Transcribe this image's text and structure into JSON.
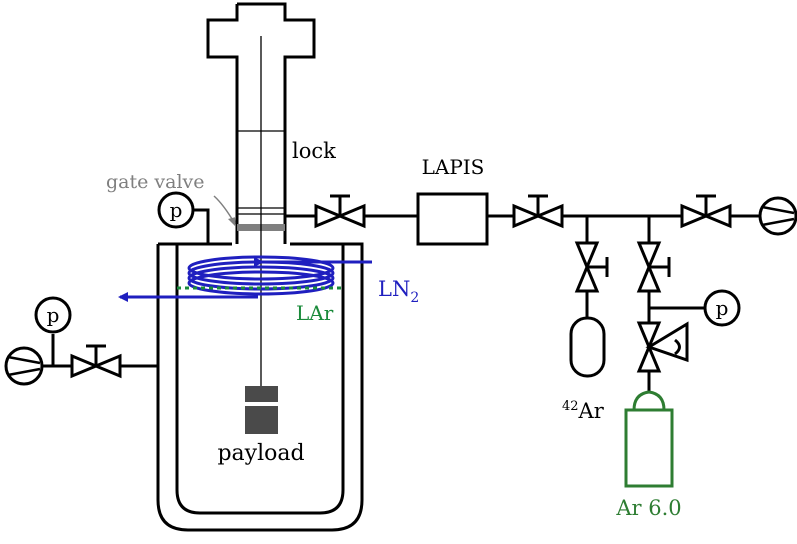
{
  "labels": {
    "lock": "lock",
    "gate_valve": "gate valve",
    "lapis": "LAPIS",
    "ln2_base": "LN",
    "ln2_sub": "2",
    "lar": "LAr",
    "payload": "payload",
    "ar42_sup": "42",
    "ar42_base": "Ar",
    "ar_cylinder": "Ar 6.0",
    "pressure_gauge": "p"
  },
  "colors": {
    "line": "#000000",
    "ln2": "#1f1fbf",
    "lar": "#1a8a3a",
    "argon_cylinder": "#2e7d32",
    "gate_valve": "#7f7f7f",
    "payload": "#4a4a4a"
  }
}
